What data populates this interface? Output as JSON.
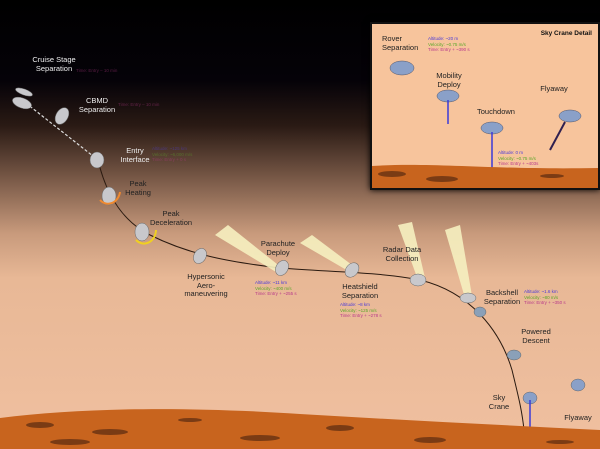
{
  "stages": [
    {
      "label": "Cruise Stage Separation",
      "time": "Time: Entry – 10 min"
    },
    {
      "label": "CBMD Separation",
      "time": "Time: Entry – 10 min"
    },
    {
      "label": "Entry Interface",
      "altitude": "Altitude: ~125 km",
      "velocity": "Velocity: ~6,000 m/s",
      "time": "Time: Entry + 0 s"
    },
    {
      "label": "Peak Heating"
    },
    {
      "label": "Peak Deceleration"
    },
    {
      "label": "Hypersonic Aero-maneuvering"
    },
    {
      "label": "Parachute Deploy",
      "altitude": "Altitude: ~11 km",
      "velocity": "Velocity: ~400 m/s",
      "time": "Time: Entry + ~255 s"
    },
    {
      "label": "Heatshield Separation",
      "altitude": "Altitude: ~8 km",
      "velocity": "Velocity: ~125 m/s",
      "time": "Time: Entry + ~278 s"
    },
    {
      "label": "Radar Data Collection"
    },
    {
      "label": "Backshell Separation",
      "altitude": "Altitude: ~1.6 km",
      "velocity": "Velocity: ~80 m/s",
      "time": "Time: Entry + ~350 s"
    },
    {
      "label": "Powered Descent"
    },
    {
      "label": "Sky Crane"
    },
    {
      "label": "Flyaway"
    }
  ],
  "inset": {
    "title": "Sky Crane Detail",
    "rover_separation": {
      "label": "Rover Separation",
      "altitude": "Altitude: ~20 m",
      "velocity": "Velocity: ~0.75 m/s",
      "time": "Time: Entry + ~390 s"
    },
    "mobility_deploy": {
      "label": "Mobility Deploy"
    },
    "touchdown": {
      "label": "Touchdown",
      "altitude": "Altitude: 0 m",
      "velocity": "Velocity: ~0.75 m/s",
      "time": "Time: Entry + ~403s"
    },
    "flyaway": {
      "label": "Flyaway"
    }
  },
  "colors": {
    "altitude": "#4a3ad8",
    "velocity": "#5aa82a",
    "time": "#b83a8a",
    "terrain": "#c8641e"
  }
}
